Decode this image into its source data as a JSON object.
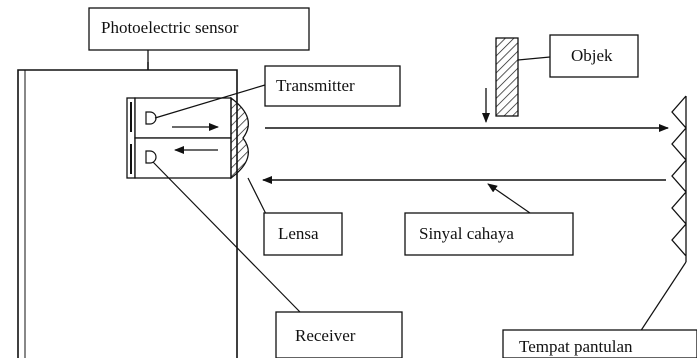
{
  "labels": {
    "photoelectric_sensor": "Photoelectric sensor",
    "transmitter": "Transmitter",
    "objek": "Objek",
    "lensa": "Lensa",
    "sinyal_cahaya": "Sinyal cahaya",
    "receiver": "Receiver",
    "tempat_pantulan": "Tempat pantulan"
  },
  "colors": {
    "ink": "#111111",
    "background": "#ffffff"
  }
}
